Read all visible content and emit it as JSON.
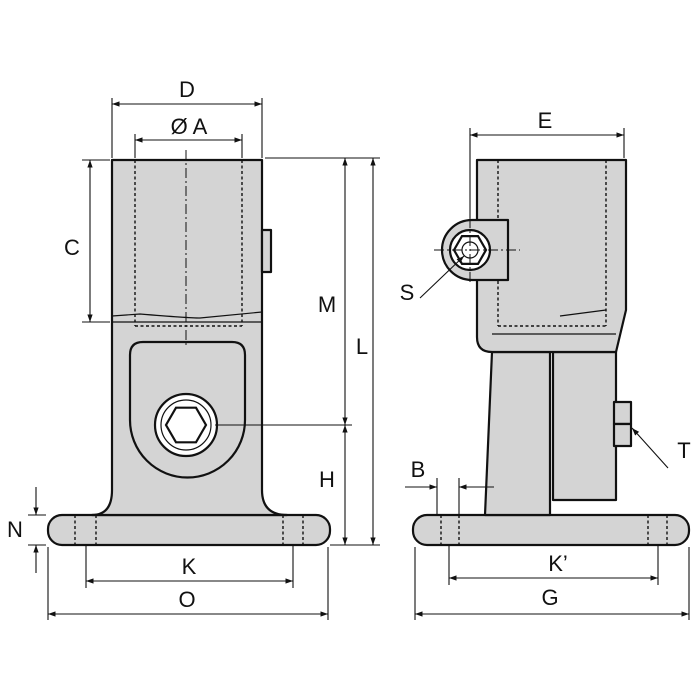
{
  "labels": {
    "D": "D",
    "A": "Ø A",
    "C": "C",
    "M": "M",
    "L": "L",
    "H": "H",
    "N": "N",
    "K": "K",
    "O": "O",
    "E": "E",
    "S": "S",
    "B": "B",
    "T": "T",
    "K2": "K’",
    "G": "G"
  },
  "colors": {
    "line": "#111111",
    "fill": "#d4d4d4",
    "background": "#ffffff"
  }
}
